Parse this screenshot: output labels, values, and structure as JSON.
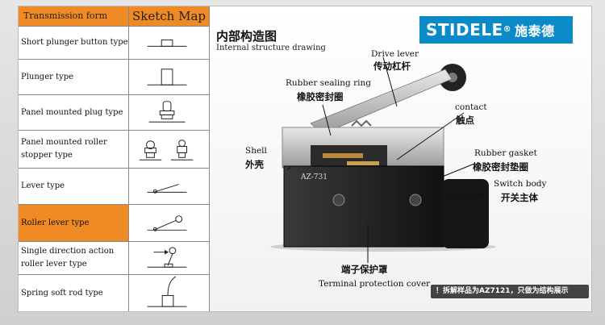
{
  "table": {
    "header_left": "Transmission form",
    "header_right": "Sketch Map",
    "rows": [
      {
        "label": "Short plunger button type",
        "sketch": "short-plunger-icon"
      },
      {
        "label": "Plunger type",
        "sketch": "plunger-icon"
      },
      {
        "label": "Panel mounted plug type",
        "sketch": "panel-plug-icon"
      },
      {
        "label": "Panel mounted roller stopper type",
        "sketch": "panel-roller-icon"
      },
      {
        "label": "Lever type",
        "sketch": "lever-icon"
      },
      {
        "label": "Roller lever type",
        "sketch": "roller-lever-icon",
        "highlighted": true
      },
      {
        "label": "Single direction action roller lever type",
        "sketch": "single-roller-lever-icon"
      },
      {
        "label": "Spring soft rod type",
        "sketch": "spring-rod-icon"
      }
    ]
  },
  "brand": {
    "name": "STIDELE",
    "reg": "®",
    "cn": "施泰德"
  },
  "diagram": {
    "title_cn": "内部构造图",
    "title_en": "Internal structure drawing",
    "labels": {
      "drive_lever_en": "Drive lever",
      "drive_lever_cn": "传动杠杆",
      "rubber_ring_en": "Rubber sealing ring",
      "rubber_ring_cn": "橡胶密封圈",
      "contact_en": "contact",
      "contact_cn": "触点",
      "shell_en": "Shell",
      "shell_cn": "外壳",
      "gasket_en": "Rubber gasket",
      "gasket_cn": "橡胶密封垫圈",
      "switch_body_en": "Switch body",
      "switch_body_cn": "开关主体",
      "terminal_cn": "端子保护罩",
      "terminal_en": "Terminal protection cover",
      "model_mark": "AZ-731"
    },
    "note": "！拆解样品为AZ7121，只做为结构展示"
  },
  "colors": {
    "accent": "#f08a24",
    "brand": "#0a8bc8"
  }
}
